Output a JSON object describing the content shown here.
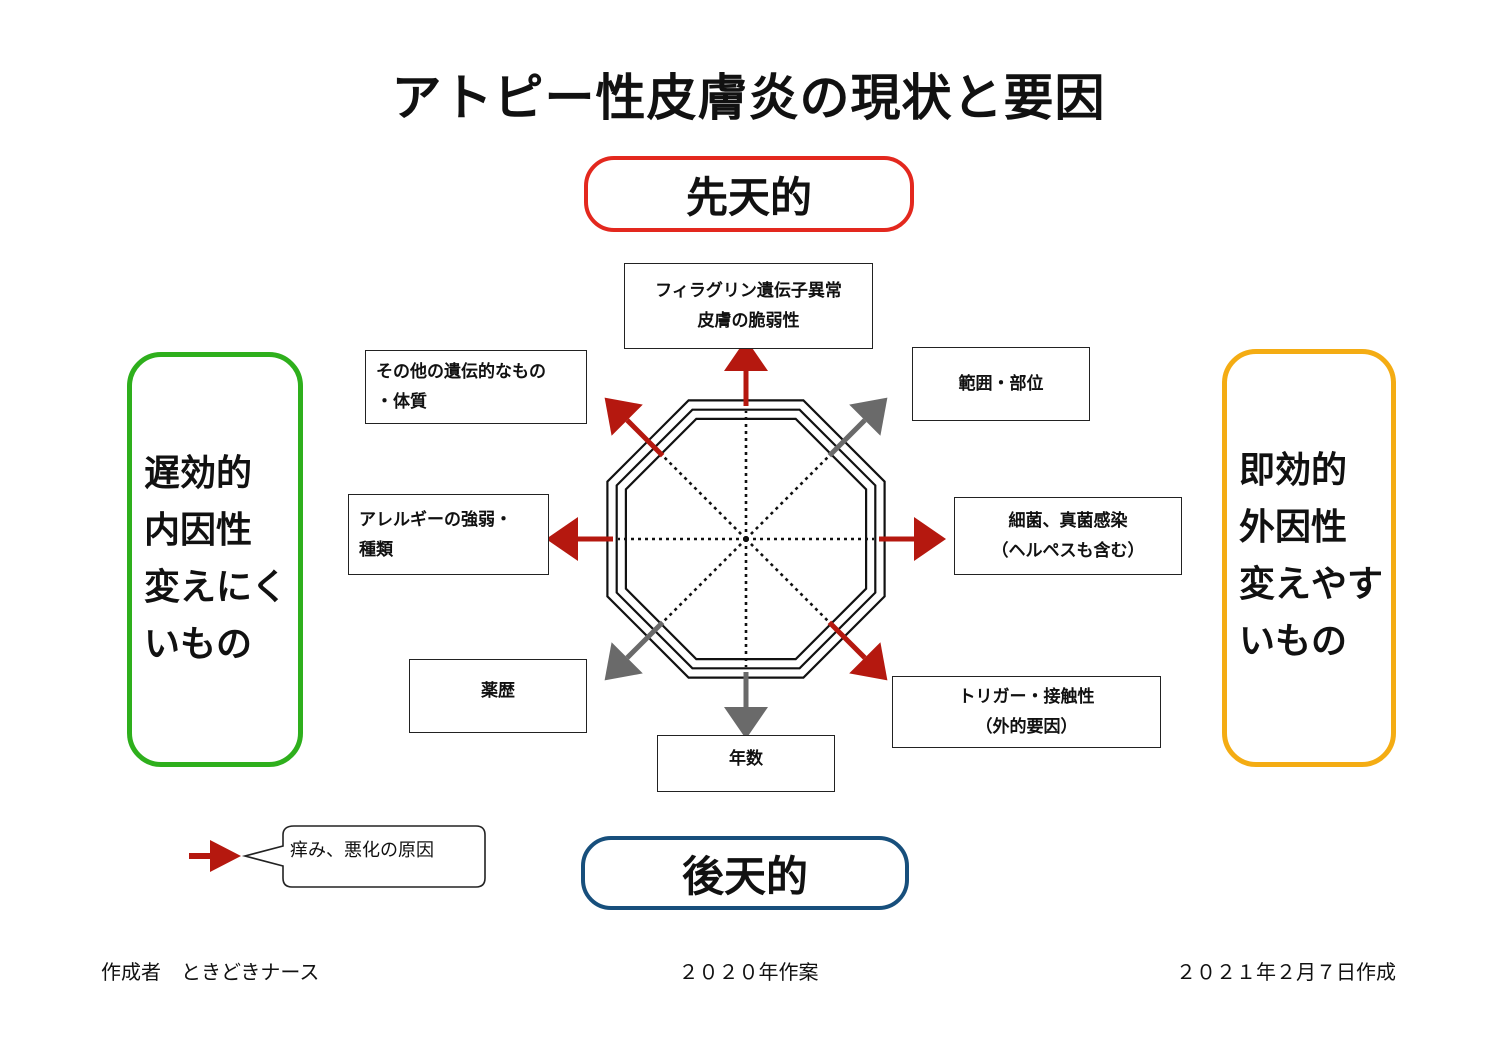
{
  "title": "アトピー性皮膚炎の現状と要因",
  "congenital_label": "先天的",
  "acquired_label": "後天的",
  "left_panel": {
    "lines": [
      "遅効的",
      "内因性",
      "変えにく",
      "いもの"
    ]
  },
  "right_panel": {
    "lines": [
      "即効的",
      "外因性",
      "変えやす",
      "いもの"
    ]
  },
  "factors": {
    "filaggrin": [
      "フィラグリン遺伝子異常",
      "皮膚の脆弱性"
    ],
    "range": [
      "範囲・部位"
    ],
    "bacteria": [
      "細菌、真菌感染",
      "（ヘルペスも含む）"
    ],
    "trigger": [
      "トリガー・接触性",
      "（外的要因）"
    ],
    "age": [
      "年数"
    ],
    "drug": [
      "薬歴"
    ],
    "allergy": [
      "アレルギーの強弱・",
      "種類"
    ],
    "genetic": [
      "その他の遺伝的なもの",
      "・体質"
    ]
  },
  "arrows": {
    "up": "red",
    "up_right": "gray",
    "right": "red",
    "down_right": "red",
    "down": "gray",
    "down_left": "gray",
    "left": "red",
    "up_left": "red"
  },
  "legend": {
    "text": "痒み、悪化の原因",
    "arrow_color": "red"
  },
  "footer": {
    "author": "作成者　ときどきナース",
    "year": "２０２０年作案",
    "date": "２０２１年２月７日作成"
  },
  "colors": {
    "red_arrow": "#b5180f",
    "gray_arrow": "#6a6a6a",
    "congenital_border": "#e3281e",
    "acquired_border": "#174f7c",
    "left_border": "#2eaf1c",
    "right_border": "#f4ac13"
  }
}
